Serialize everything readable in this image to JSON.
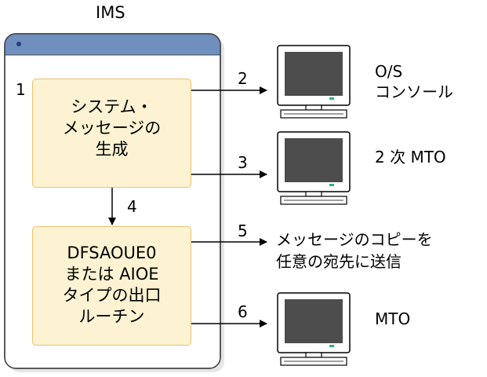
{
  "system_title": "IMS",
  "step_numbers": [
    "1",
    "2",
    "3",
    "4",
    "5",
    "6"
  ],
  "box1": {
    "line1": "システム・",
    "line2": "メッセージの",
    "line3": "生成"
  },
  "box2": {
    "line1": "DFSAOUE0",
    "line2": "または AIOE",
    "line3": "タイプの出口",
    "line4": "ルーチン"
  },
  "targets": {
    "os_console": {
      "line1": "O/S",
      "line2": "コンソール"
    },
    "secondary_mto": "2 次 MTO",
    "copy_message": {
      "line1": "メッセージのコピーを",
      "line2": "任意の宛先に送信"
    },
    "mto": "MTO"
  },
  "colors": {
    "container_header": "#6f8fbf",
    "box_fill": "#fdf3d3",
    "box_border": "#e8c16d",
    "monitor_screen": "#4d4d4d",
    "led": "#2bb673"
  }
}
